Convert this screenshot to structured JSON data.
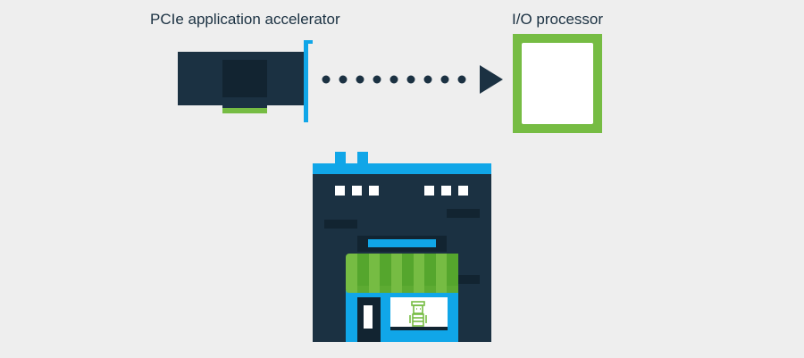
{
  "labels": {
    "pcie_accelerator": "PCIe application accelerator",
    "io_processor": "I/O processor"
  },
  "colors": {
    "background": "#eeeeee",
    "dark_navy": "#1b3142",
    "darker_navy": "#122431",
    "blue_accent": "#10a6e8",
    "green_accent": "#76bc43",
    "dark_green": "#55a62d",
    "white": "#ffffff"
  },
  "connector": {
    "style": "dotted",
    "direction": "to-io-processor"
  },
  "icons": [
    "pcie-card-icon",
    "io-processor-chip-icon",
    "storefront-building-icon",
    "shopkeeper-figure-icon"
  ]
}
